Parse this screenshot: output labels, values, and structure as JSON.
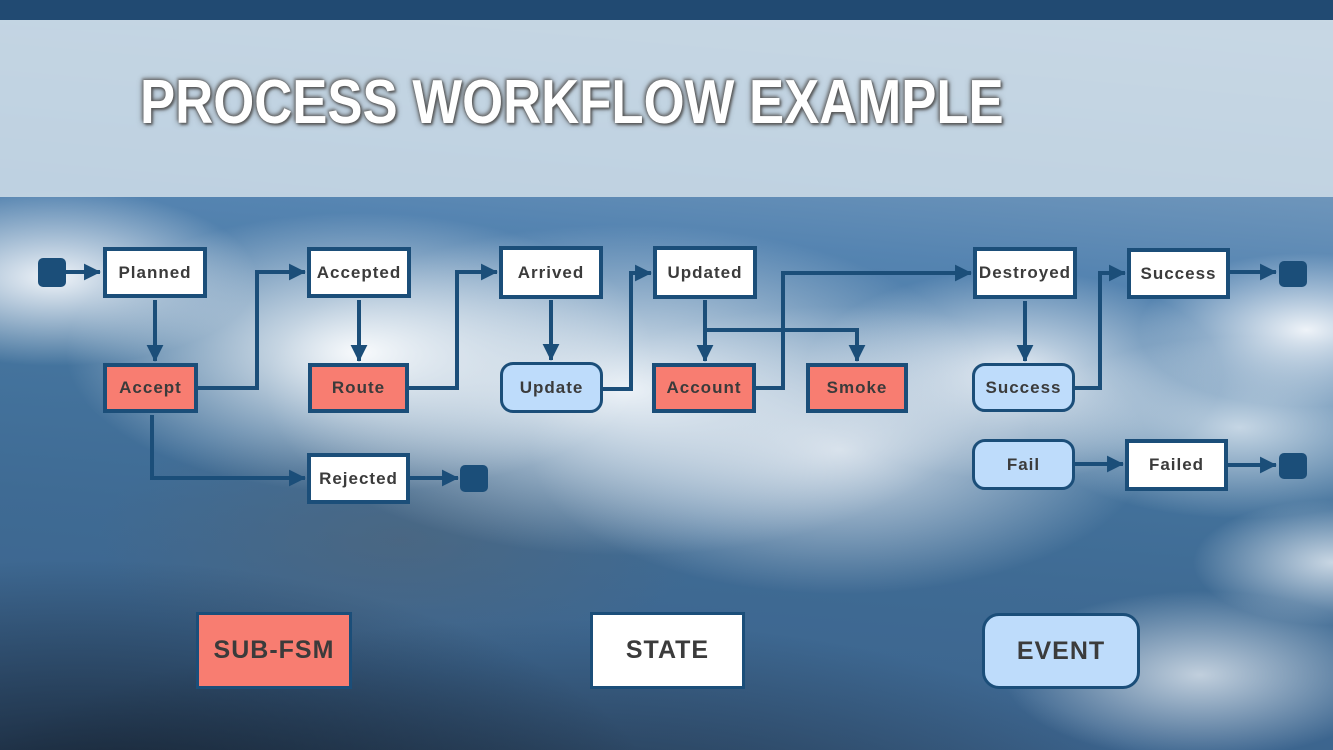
{
  "header": {
    "title": "PROCESS WORKFLOW EXAMPLE"
  },
  "palette": {
    "navy": "#1b4e79",
    "top_bar": "#214a72",
    "band_overlay": "rgba(205,220,231,0.88)",
    "title_text": "#ffffff",
    "state_fill": "#ffffff",
    "subfsm_fill": "#f87d71",
    "event_fill": "#bedcfb",
    "node_text": "#3b3b3b"
  },
  "diagram": {
    "nodes": {
      "planned": {
        "label": "Planned",
        "type": "state"
      },
      "accept": {
        "label": "Accept",
        "type": "sub-fsm"
      },
      "accepted": {
        "label": "Accepted",
        "type": "state"
      },
      "route": {
        "label": "Route",
        "type": "sub-fsm"
      },
      "arrived": {
        "label": "Arrived",
        "type": "state"
      },
      "update": {
        "label": "Update",
        "type": "event"
      },
      "updated": {
        "label": "Updated",
        "type": "state"
      },
      "account": {
        "label": "Account",
        "type": "sub-fsm"
      },
      "smoke": {
        "label": "Smoke",
        "type": "sub-fsm"
      },
      "destroyed": {
        "label": "Destroyed",
        "type": "state"
      },
      "success_event": {
        "label": "Success",
        "type": "event"
      },
      "success_state": {
        "label": "Success",
        "type": "state"
      },
      "rejected": {
        "label": "Rejected",
        "type": "state"
      },
      "fail": {
        "label": "Fail",
        "type": "event"
      },
      "failed": {
        "label": "Failed",
        "type": "state"
      }
    },
    "edges": [
      {
        "from": "start",
        "to": "planned"
      },
      {
        "from": "planned",
        "to": "accept"
      },
      {
        "from": "accept",
        "to": "accepted"
      },
      {
        "from": "accepted",
        "to": "route"
      },
      {
        "from": "route",
        "to": "arrived"
      },
      {
        "from": "arrived",
        "to": "update"
      },
      {
        "from": "update",
        "to": "updated"
      },
      {
        "from": "updated",
        "to": "account"
      },
      {
        "from": "updated",
        "to": "smoke"
      },
      {
        "from": "account",
        "to": "destroyed"
      },
      {
        "from": "destroyed",
        "to": "success_event"
      },
      {
        "from": "success_event",
        "to": "success_state"
      },
      {
        "from": "success_state",
        "to": "end_success"
      },
      {
        "from": "accept",
        "to": "rejected"
      },
      {
        "from": "rejected",
        "to": "end_rejected"
      },
      {
        "from": "fail",
        "to": "failed"
      },
      {
        "from": "failed",
        "to": "end_failed"
      }
    ]
  },
  "legend": {
    "items": [
      {
        "label": "SUB-FSM",
        "type": "sub-fsm"
      },
      {
        "label": "STATE",
        "type": "state"
      },
      {
        "label": "EVENT",
        "type": "event"
      }
    ]
  }
}
